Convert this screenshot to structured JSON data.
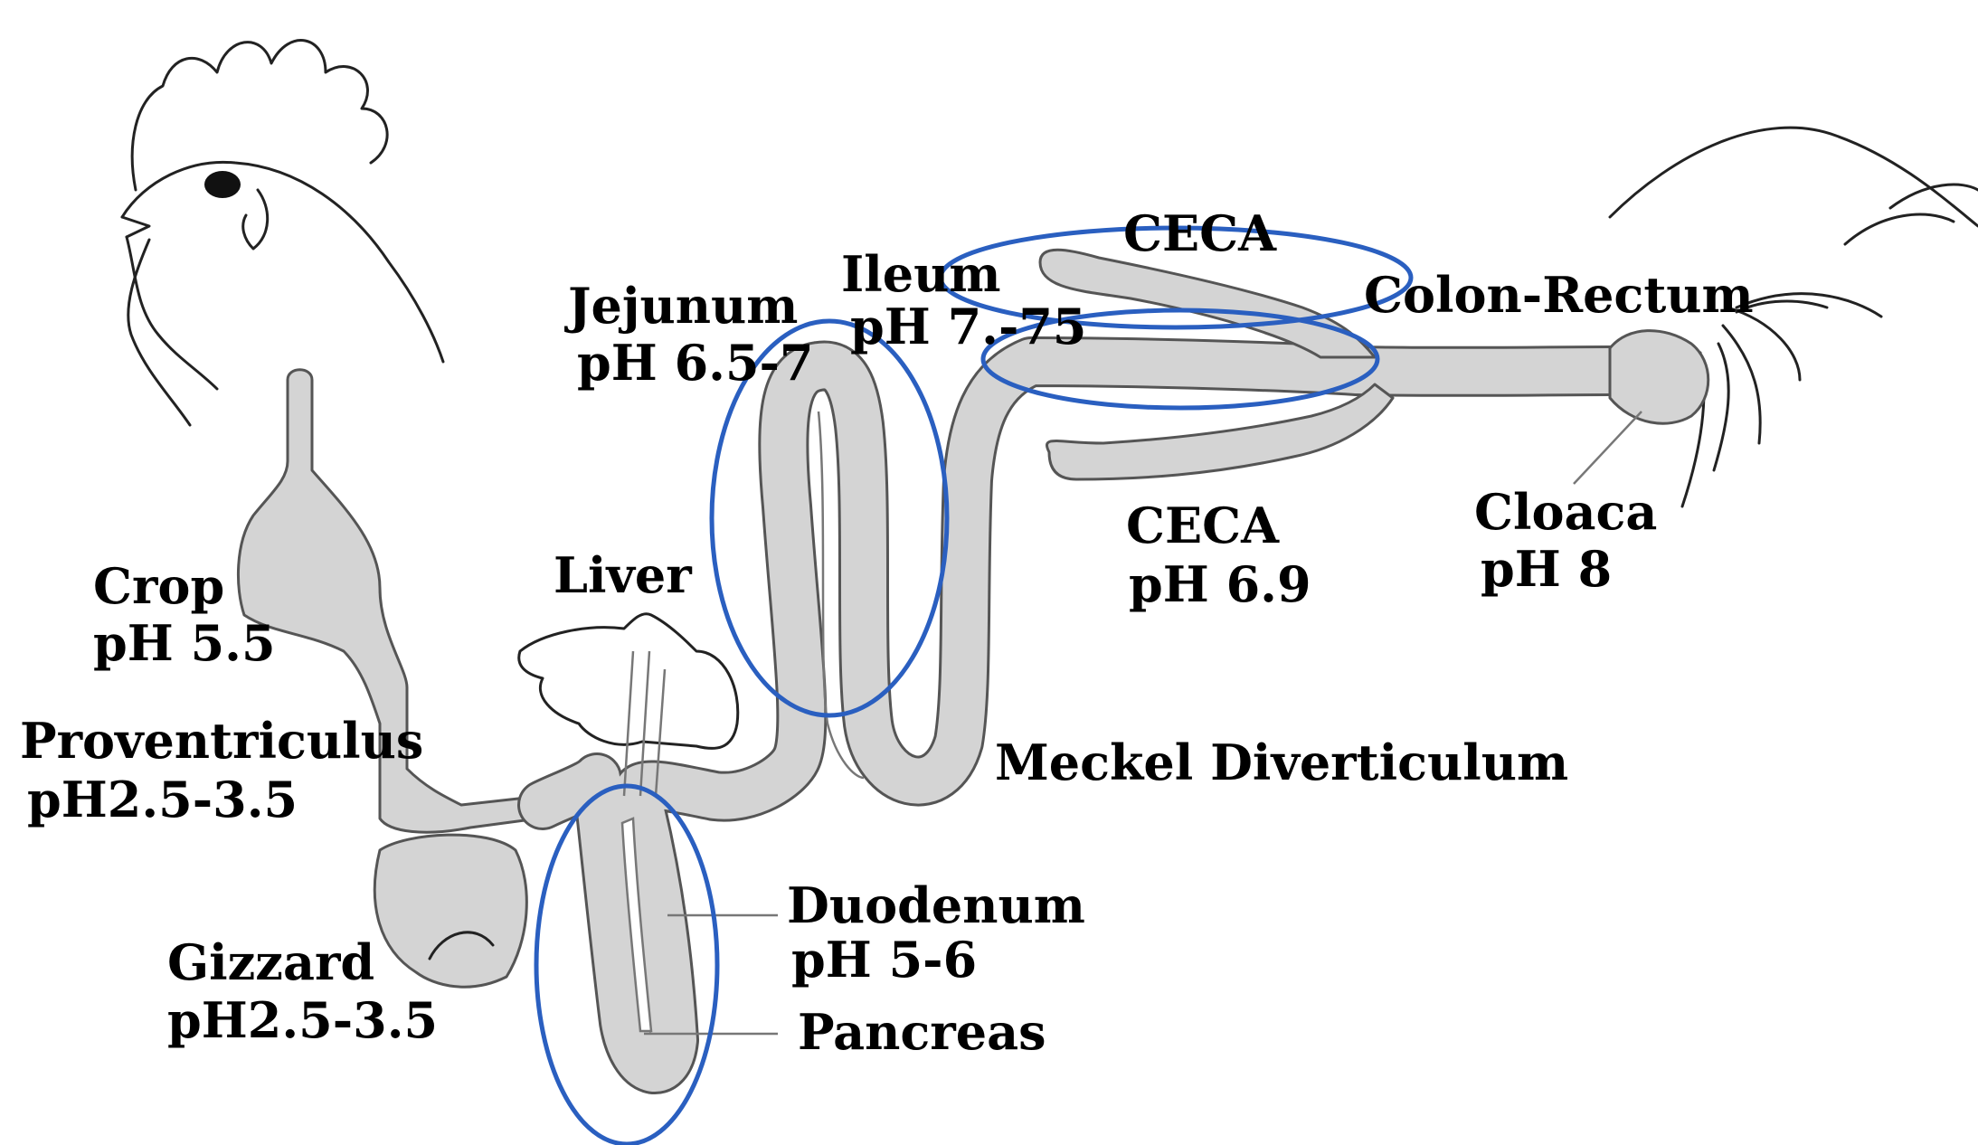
{
  "labels": {
    "crop_name": "Crop",
    "crop_ph": "pH 5.5",
    "proventriculus_name": "Proventriculus",
    "proventriculus_ph": "pH2.5-3.5",
    "gizzard_name": "Gizzard",
    "gizzard_ph": "pH2.5-3.5",
    "liver": "Liver",
    "jejunum_name": "Jejunum",
    "jejunum_ph": "pH 6.5-7",
    "ileum_name": "Ileum",
    "ileum_ph": "pH 7.-75",
    "ceca_top": "CECA",
    "colon_rectum": "Colon-Rectum",
    "ceca_bottom_name": "CECA",
    "ceca_bottom_ph": "pH 6.9",
    "cloaca_name": "Cloaca",
    "cloaca_ph": "pH 8",
    "meckel": "Meckel Diverticulum",
    "duodenum_name": "Duodenum",
    "duodenum_ph": "pH 5-6",
    "pancreas": "Pancreas"
  },
  "colors": {
    "tract_fill": "#d4d4d4",
    "highlight_ring": "#2a5fc0"
  }
}
